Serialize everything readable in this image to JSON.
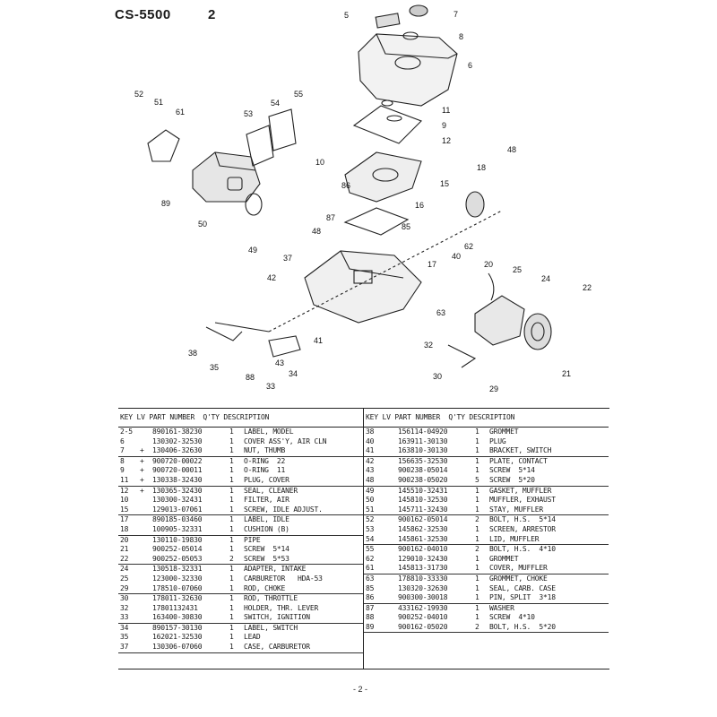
{
  "header": {
    "model": "CS-5500",
    "page_label": "2"
  },
  "callouts": [
    "5",
    "7",
    "8",
    "6",
    "11",
    "9",
    "12",
    "52",
    "51",
    "61",
    "53",
    "54",
    "55",
    "48",
    "18",
    "10",
    "15",
    "86",
    "16",
    "89",
    "50",
    "87",
    "85",
    "48",
    "62",
    "49",
    "37",
    "17",
    "40",
    "20",
    "25",
    "24",
    "22",
    "42",
    "63",
    "38",
    "35",
    "88",
    "43",
    "34",
    "33",
    "41",
    "32",
    "30",
    "29",
    "21"
  ],
  "table": {
    "header_left": "KEY LV PART NUMBER  Q'TY DESCRIPTION",
    "header_right": "KEY LV PART NUMBER  Q'TY DESCRIPTION",
    "left_rows": [
      {
        "key": "2-5",
        "lv": "",
        "pn": "890161-38230",
        "qty": "1",
        "desc": "LABEL, MODEL"
      },
      {
        "key": "6",
        "lv": "",
        "pn": "130302-32530",
        "qty": "1",
        "desc": "COVER ASS'Y, AIR CLN"
      },
      {
        "key": "7",
        "lv": "+",
        "pn": "130406-32630",
        "qty": "1",
        "desc": "NUT, THUMB"
      },
      {
        "key": "8",
        "lv": "+",
        "pn": "900720-00022",
        "qty": "1",
        "desc": "O-RING  22"
      },
      {
        "key": "9",
        "lv": "+",
        "pn": "900720-00011",
        "qty": "1",
        "desc": "O-RING  11"
      },
      {
        "key": "11",
        "lv": "+",
        "pn": "130338-32430",
        "qty": "1",
        "desc": "PLUG, COVER"
      },
      {
        "key": "12",
        "lv": "+",
        "pn": "130365-32430",
        "qty": "1",
        "desc": "SEAL, CLEANER"
      },
      {
        "key": "10",
        "lv": "",
        "pn": "130300-32431",
        "qty": "1",
        "desc": "FILTER, AIR"
      },
      {
        "key": "15",
        "lv": "",
        "pn": "129013-07061",
        "qty": "1",
        "desc": "SCREW, IDLE ADJUST."
      },
      {
        "key": "17",
        "lv": "",
        "pn": "890185-03460",
        "qty": "1",
        "desc": "LABEL, IDLE"
      },
      {
        "key": "18",
        "lv": "",
        "pn": "100905-32331",
        "qty": "1",
        "desc": "CUSHION (B)"
      },
      {
        "key": "20",
        "lv": "",
        "pn": "130110-19830",
        "qty": "1",
        "desc": "PIPE"
      },
      {
        "key": "21",
        "lv": "",
        "pn": "900252-05014",
        "qty": "1",
        "desc": "SCREW  5*14"
      },
      {
        "key": "22",
        "lv": "",
        "pn": "900252-05053",
        "qty": "2",
        "desc": "SCREW  5*53"
      },
      {
        "key": "24",
        "lv": "",
        "pn": "130518-32331",
        "qty": "1",
        "desc": "ADAPTER, INTAKE"
      },
      {
        "key": "25",
        "lv": "",
        "pn": "123000-32330",
        "qty": "1",
        "desc": "CARBURETOR   HDA-53"
      },
      {
        "key": "29",
        "lv": "",
        "pn": "178510-07060",
        "qty": "1",
        "desc": "ROD, CHOKE"
      },
      {
        "key": "30",
        "lv": "",
        "pn": "178011-32630",
        "qty": "1",
        "desc": "ROD, THROTTLE"
      },
      {
        "key": "32",
        "lv": "",
        "pn": "17801132431",
        "qty": "1",
        "desc": "HOLDER, THR. LEVER"
      },
      {
        "key": "33",
        "lv": "",
        "pn": "163400-30830",
        "qty": "1",
        "desc": "SWITCH, IGNITION"
      },
      {
        "key": "34",
        "lv": "",
        "pn": "890157-30130",
        "qty": "1",
        "desc": "LABEL, SWITCH"
      },
      {
        "key": "35",
        "lv": "",
        "pn": "162021-32530",
        "qty": "1",
        "desc": "LEAD"
      },
      {
        "key": "37",
        "lv": "",
        "pn": "130306-07060",
        "qty": "1",
        "desc": "CASE, CARBURETOR"
      }
    ],
    "right_rows": [
      {
        "key": "38",
        "lv": "",
        "pn": "156114-04920",
        "qty": "1",
        "desc": "GROMMET"
      },
      {
        "key": "40",
        "lv": "",
        "pn": "163911-30130",
        "qty": "1",
        "desc": "PLUG"
      },
      {
        "key": "41",
        "lv": "",
        "pn": "163810-30130",
        "qty": "1",
        "desc": "BRACKET, SWITCH"
      },
      {
        "key": "42",
        "lv": "",
        "pn": "156635-32530",
        "qty": "1",
        "desc": "PLATE, CONTACT"
      },
      {
        "key": "43",
        "lv": "",
        "pn": "900238-05014",
        "qty": "1",
        "desc": "SCREW  5*14"
      },
      {
        "key": "48",
        "lv": "",
        "pn": "900238-05020",
        "qty": "5",
        "desc": "SCREW  5*20"
      },
      {
        "key": "49",
        "lv": "",
        "pn": "145510-32431",
        "qty": "1",
        "desc": "GASKET, MUFFLER"
      },
      {
        "key": "50",
        "lv": "",
        "pn": "145810-32530",
        "qty": "1",
        "desc": "MUFFLER, EXHAUST"
      },
      {
        "key": "51",
        "lv": "",
        "pn": "145711-32430",
        "qty": "1",
        "desc": "STAY, MUFFLER"
      },
      {
        "key": "52",
        "lv": "",
        "pn": "900162-05014",
        "qty": "2",
        "desc": "BOLT, H.S.  5*14"
      },
      {
        "key": "53",
        "lv": "",
        "pn": "145862-32530",
        "qty": "1",
        "desc": "SCREEN, ARRESTOR"
      },
      {
        "key": "54",
        "lv": "",
        "pn": "145861-32530",
        "qty": "1",
        "desc": "LID, MUFFLER"
      },
      {
        "key": "55",
        "lv": "",
        "pn": "900162-04010",
        "qty": "2",
        "desc": "BOLT, H.S.  4*10"
      },
      {
        "key": "62",
        "lv": "",
        "pn": "129010-32430",
        "qty": "1",
        "desc": "GROMMET"
      },
      {
        "key": "61",
        "lv": "",
        "pn": "145813-31730",
        "qty": "1",
        "desc": "COVER, MUFFLER"
      },
      {
        "key": "63",
        "lv": "",
        "pn": "178810-33330",
        "qty": "1",
        "desc": "GROMMET, CHOKE"
      },
      {
        "key": "85",
        "lv": "",
        "pn": "130320-32630",
        "qty": "1",
        "desc": "SEAL, CARB. CASE"
      },
      {
        "key": "86",
        "lv": "",
        "pn": "900300-30018",
        "qty": "1",
        "desc": "PIN, SPLIT  3*18"
      },
      {
        "key": "87",
        "lv": "",
        "pn": "433162-19930",
        "qty": "1",
        "desc": "WASHER"
      },
      {
        "key": "88",
        "lv": "",
        "pn": "900252-04010",
        "qty": "1",
        "desc": "SCREW  4*10"
      },
      {
        "key": "89",
        "lv": "",
        "pn": "900162-05020",
        "qty": "2",
        "desc": "BOLT, H.S.  5*20"
      }
    ]
  },
  "footer": {
    "page": "- 2 -"
  }
}
